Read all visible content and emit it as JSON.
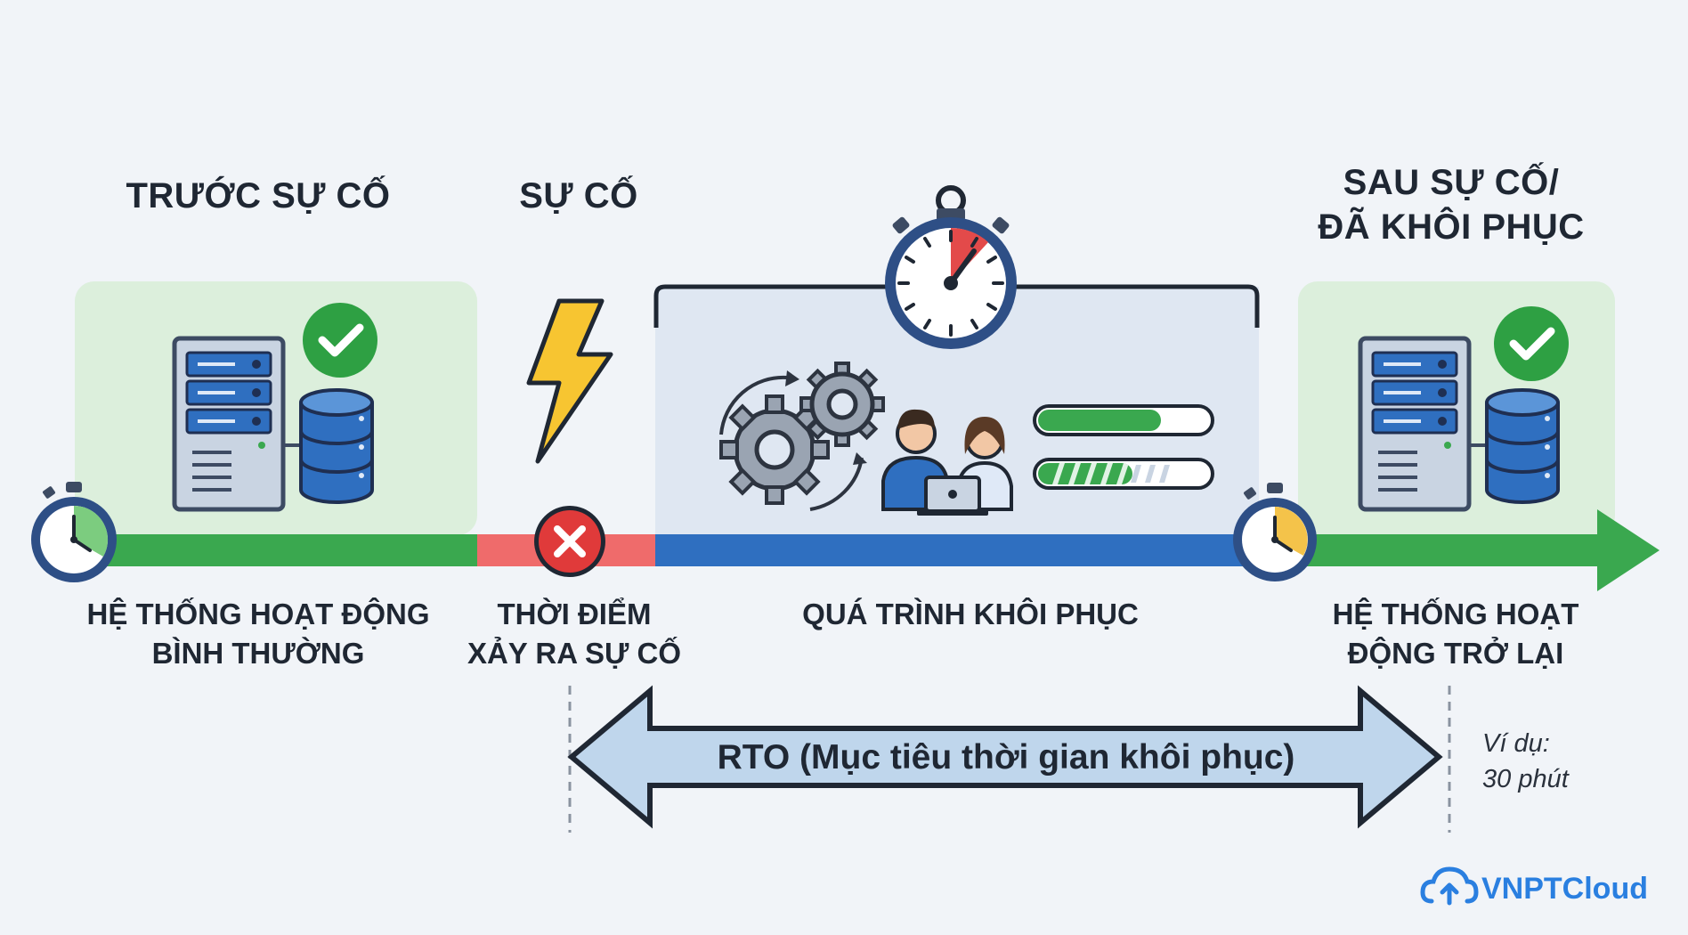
{
  "phases": {
    "before": {
      "title": "TRƯỚC SỰ CỐ",
      "caption_line1": "HỆ THỐNG HOẠT ĐỘNG",
      "caption_line2": "BÌNH THƯỜNG"
    },
    "incident": {
      "title": "SỰ CỐ",
      "caption_line1": "THỜI ĐIỂM",
      "caption_line2": "XẢY RA SỰ CỐ"
    },
    "recovery": {
      "caption": "QUÁ TRÌNH KHÔI PHỤC",
      "progress_bar_1": 0.72,
      "progress_bar_2": 0.55
    },
    "after": {
      "title_line1": "SAU SỰ CỐ/",
      "title_line2": "ĐÃ KHÔI PHỤC",
      "caption_line1": "HỆ THỐNG HOẠT",
      "caption_line2": "ĐỘNG TRỞ LẠI"
    }
  },
  "rto": {
    "label": "RTO (Mục tiêu thời gian khôi phục)",
    "example_line1": "Ví dụ:",
    "example_line2": "30 phút"
  },
  "brand": {
    "name": "VNPTCloud"
  },
  "icons": [
    "stopwatch-icon",
    "server-icon",
    "database-icon",
    "check-icon",
    "lightning-icon",
    "error-icon",
    "gears-icon",
    "people-icon",
    "laptop-icon"
  ],
  "colors": {
    "normal": "#3aa84f",
    "incident": "#ef6b6b",
    "recovery": "#2f6fc0",
    "check": "#2ea043",
    "error": "#e03a3a",
    "lightning": "#f7c531",
    "brand": "#2a7fe0"
  }
}
